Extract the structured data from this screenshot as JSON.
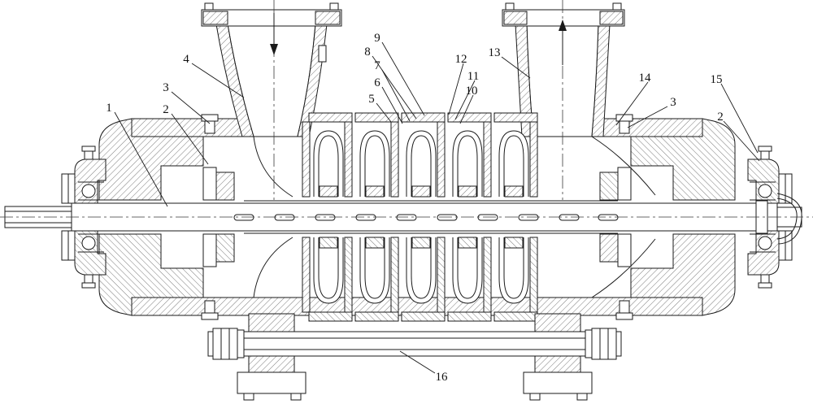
{
  "drawing": {
    "background": "#ffffff",
    "line_color": "#1a1a1a",
    "callouts": [
      {
        "n": "1"
      },
      {
        "n": "2"
      },
      {
        "n": "3"
      },
      {
        "n": "4"
      },
      {
        "n": "5"
      },
      {
        "n": "6"
      },
      {
        "n": "7"
      },
      {
        "n": "8"
      },
      {
        "n": "9"
      },
      {
        "n": "10"
      },
      {
        "n": "11"
      },
      {
        "n": "12"
      },
      {
        "n": "13"
      },
      {
        "n": "14"
      },
      {
        "n": "15"
      },
      {
        "n": "16"
      },
      {
        "n": "3"
      },
      {
        "n": "2"
      }
    ]
  }
}
